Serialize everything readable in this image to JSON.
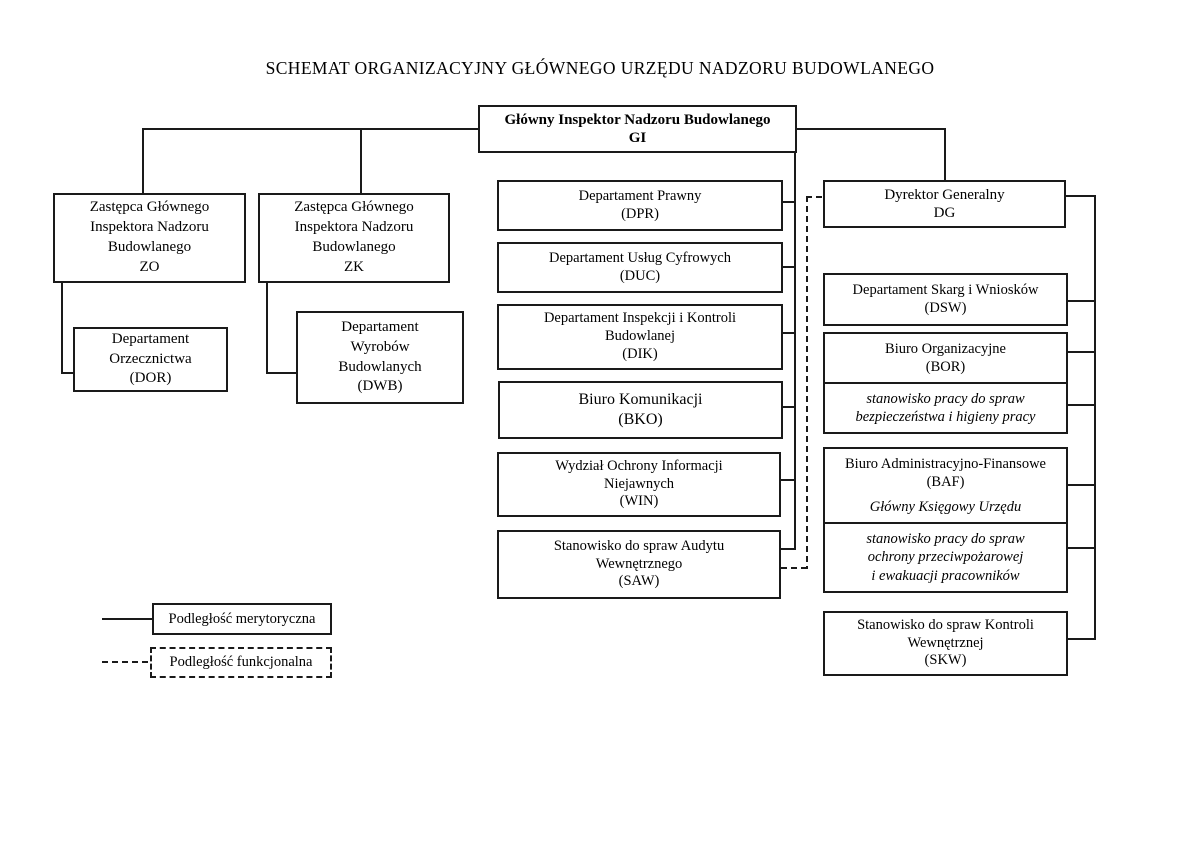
{
  "title": "SCHEMAT ORGANIZACYJNY GŁÓWNEGO URZĘDU NADZORU BUDOWLANEGO",
  "nodes": {
    "gi": {
      "label": "Główny Inspektor Nadzoru Budowlanego\nGI"
    },
    "zo": {
      "label": "Zastępca Głównego\nInspektora Nadzoru\nBudowlanego\nZO"
    },
    "zk": {
      "label": "Zastępca Głównego\nInspektora Nadzoru\nBudowlanego\nZK"
    },
    "dor": {
      "label": "Departament\nOrzecznictwa\n(DOR)"
    },
    "dwb": {
      "label": "Departament\nWyrobów\nBudowlanych\n(DWB)"
    },
    "dpr": {
      "label": "Departament Prawny\n(DPR)"
    },
    "duc": {
      "label": "Departament Usług Cyfrowych\n(DUC)"
    },
    "dik": {
      "label": "Departament Inspekcji i Kontroli\nBudowlanej\n(DIK)"
    },
    "bko": {
      "label": "Biuro Komunikacji\n(BKO)"
    },
    "win": {
      "label": "Wydział Ochrony Informacji\nNiejawnych\n(WIN)"
    },
    "saw": {
      "label": "Stanowisko do spraw Audytu\nWewnętrznego\n(SAW)"
    },
    "dg": {
      "label": "Dyrektor Generalny\nDG"
    },
    "dsw": {
      "label": "Departament Skarg i Wniosków\n(DSW)"
    },
    "bor": {
      "label": "Biuro Organizacyjne\n(BOR)"
    },
    "bor_sub": {
      "label": "stanowisko pracy do spraw\nbezpieczeństwa i higieny pracy"
    },
    "baf": {
      "label": "Biuro Administracyjno-Finansowe\n(BAF)"
    },
    "baf_chief": {
      "label": "Główny Księgowy Urzędu"
    },
    "baf_sub": {
      "label": "stanowisko pracy do spraw\nochrony przeciwpożarowej\ni ewakuacji pracowników"
    },
    "skw": {
      "label": "Stanowisko do spraw Kontroli\nWewnętrznej\n(SKW)"
    }
  },
  "legend": {
    "solid_label": "Podległość merytoryczna",
    "dashed_label": "Podległość funkcjonalna"
  },
  "colors": {
    "line": "#1a1a1a",
    "background": "#ffffff",
    "text": "#000000"
  }
}
